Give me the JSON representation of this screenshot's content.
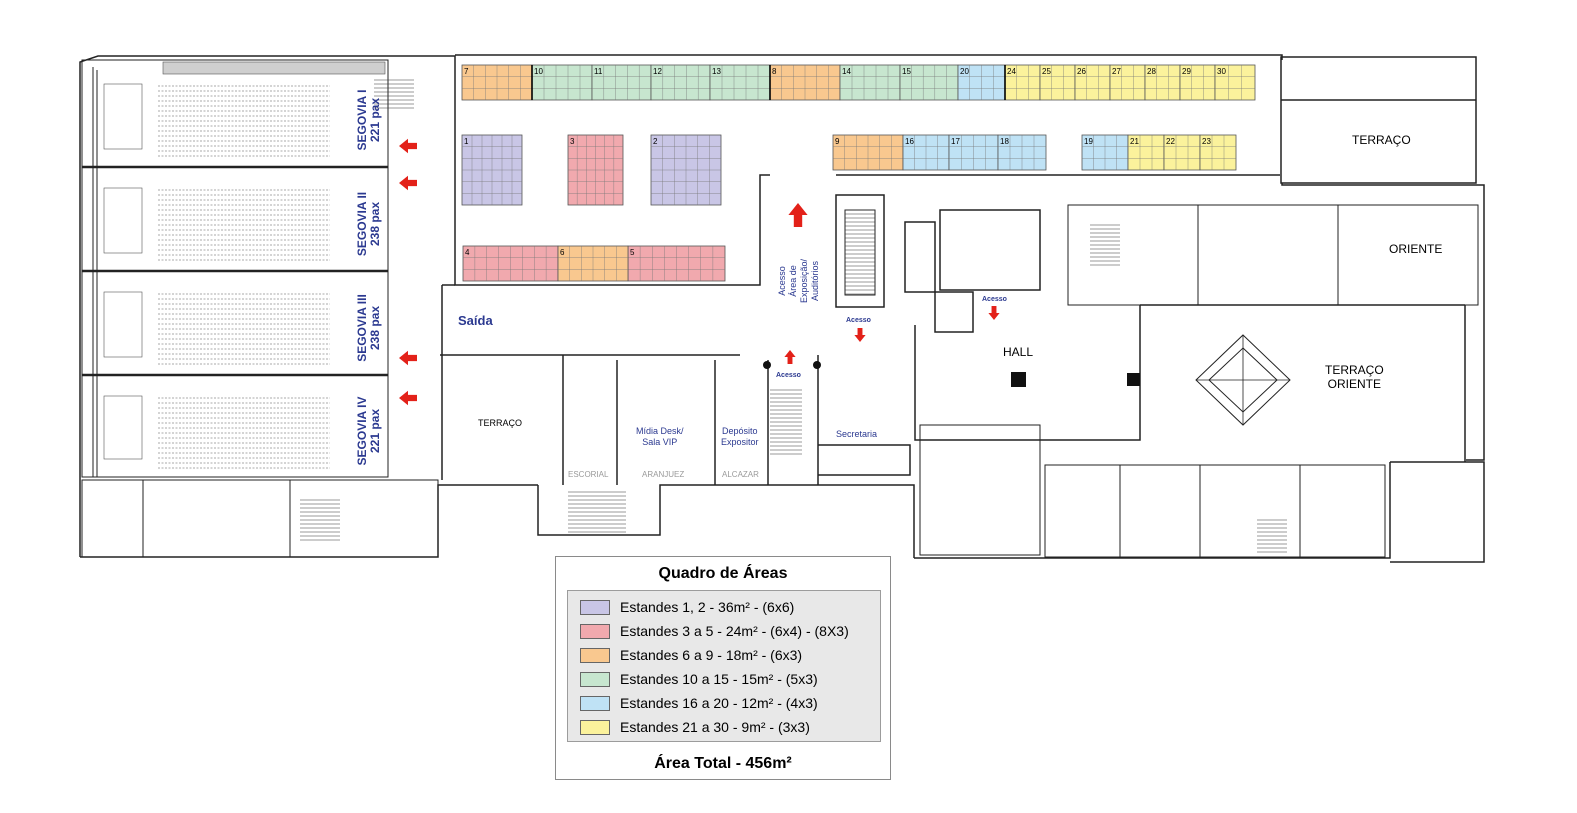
{
  "colors": {
    "purple": "#c9c6e6",
    "pink": "#f1a9ae",
    "orange": "#f9c88f",
    "green": "#c7e6cf",
    "blue": "#bfe2f5",
    "yellow": "#fbf29c",
    "arrow": "#e32119",
    "label_blue": "#2b3990"
  },
  "rooms": {
    "segovia_1": {
      "name": "SEGOVIA I",
      "pax": "221 pax"
    },
    "segovia_2": {
      "name": "SEGOVIA II",
      "pax": "238 pax"
    },
    "segovia_3": {
      "name": "SEGOVIA III",
      "pax": "238 pax"
    },
    "segovia_4": {
      "name": "SEGOVIA IV",
      "pax": "221 pax"
    },
    "saida": "Saída",
    "terraco": "TERRAÇO",
    "terraco_top": "TERRAÇO",
    "oriente": "ORIENTE",
    "terraco_oriente": [
      "TERRAÇO",
      "ORIENTE"
    ],
    "hall": "HALL",
    "midia_desk": [
      "Mídia Desk/",
      "Sala VIP"
    ],
    "deposito": [
      "Depósito",
      "Expositor"
    ],
    "secretaria": "Secretaria",
    "escorial": "ESCORIAL",
    "aranjuez": "ARANJUEZ",
    "alcazar": "ALCAZAR",
    "acesso_area": [
      "Acesso",
      "Área de",
      "Exposição/",
      "Auditórios"
    ],
    "acesso_1": "Acesso",
    "acesso_2": "Acesso",
    "acesso_3": "Acesso"
  },
  "stands": [
    {
      "id": "1",
      "color": "purple"
    },
    {
      "id": "2",
      "color": "purple"
    },
    {
      "id": "3",
      "color": "pink"
    },
    {
      "id": "4",
      "color": "pink"
    },
    {
      "id": "5",
      "color": "pink"
    },
    {
      "id": "6",
      "color": "orange"
    },
    {
      "id": "7",
      "color": "orange"
    },
    {
      "id": "8",
      "color": "orange"
    },
    {
      "id": "9",
      "color": "orange"
    },
    {
      "id": "10",
      "color": "green"
    },
    {
      "id": "11",
      "color": "green"
    },
    {
      "id": "12",
      "color": "green"
    },
    {
      "id": "13",
      "color": "green"
    },
    {
      "id": "14",
      "color": "green"
    },
    {
      "id": "15",
      "color": "green"
    },
    {
      "id": "16",
      "color": "blue"
    },
    {
      "id": "17",
      "color": "blue"
    },
    {
      "id": "18",
      "color": "blue"
    },
    {
      "id": "19",
      "color": "blue"
    },
    {
      "id": "20",
      "color": "blue"
    },
    {
      "id": "21",
      "color": "yellow"
    },
    {
      "id": "22",
      "color": "yellow"
    },
    {
      "id": "23",
      "color": "yellow"
    },
    {
      "id": "24",
      "color": "yellow"
    },
    {
      "id": "25",
      "color": "yellow"
    },
    {
      "id": "26",
      "color": "yellow"
    },
    {
      "id": "27",
      "color": "yellow"
    },
    {
      "id": "28",
      "color": "yellow"
    },
    {
      "id": "29",
      "color": "yellow"
    },
    {
      "id": "30",
      "color": "yellow"
    }
  ],
  "legend": {
    "title": "Quadro de Áreas",
    "items": [
      {
        "color": "purple",
        "label": "Estandes 1, 2 - 36m² - (6x6)"
      },
      {
        "color": "pink",
        "label": "Estandes 3 a 5 - 24m² - (6x4) - (8X3)"
      },
      {
        "color": "orange",
        "label": "Estandes 6 a 9 - 18m² - (6x3)"
      },
      {
        "color": "green",
        "label": "Estandes 10 a 15 - 15m² - (5x3)"
      },
      {
        "color": "blue",
        "label": "Estandes 16 a 20 - 12m² - (4x3)"
      },
      {
        "color": "yellow",
        "label": "Estandes 21 a 30 - 9m² - (3x3)"
      }
    ],
    "total": "Área Total - 456m²"
  }
}
